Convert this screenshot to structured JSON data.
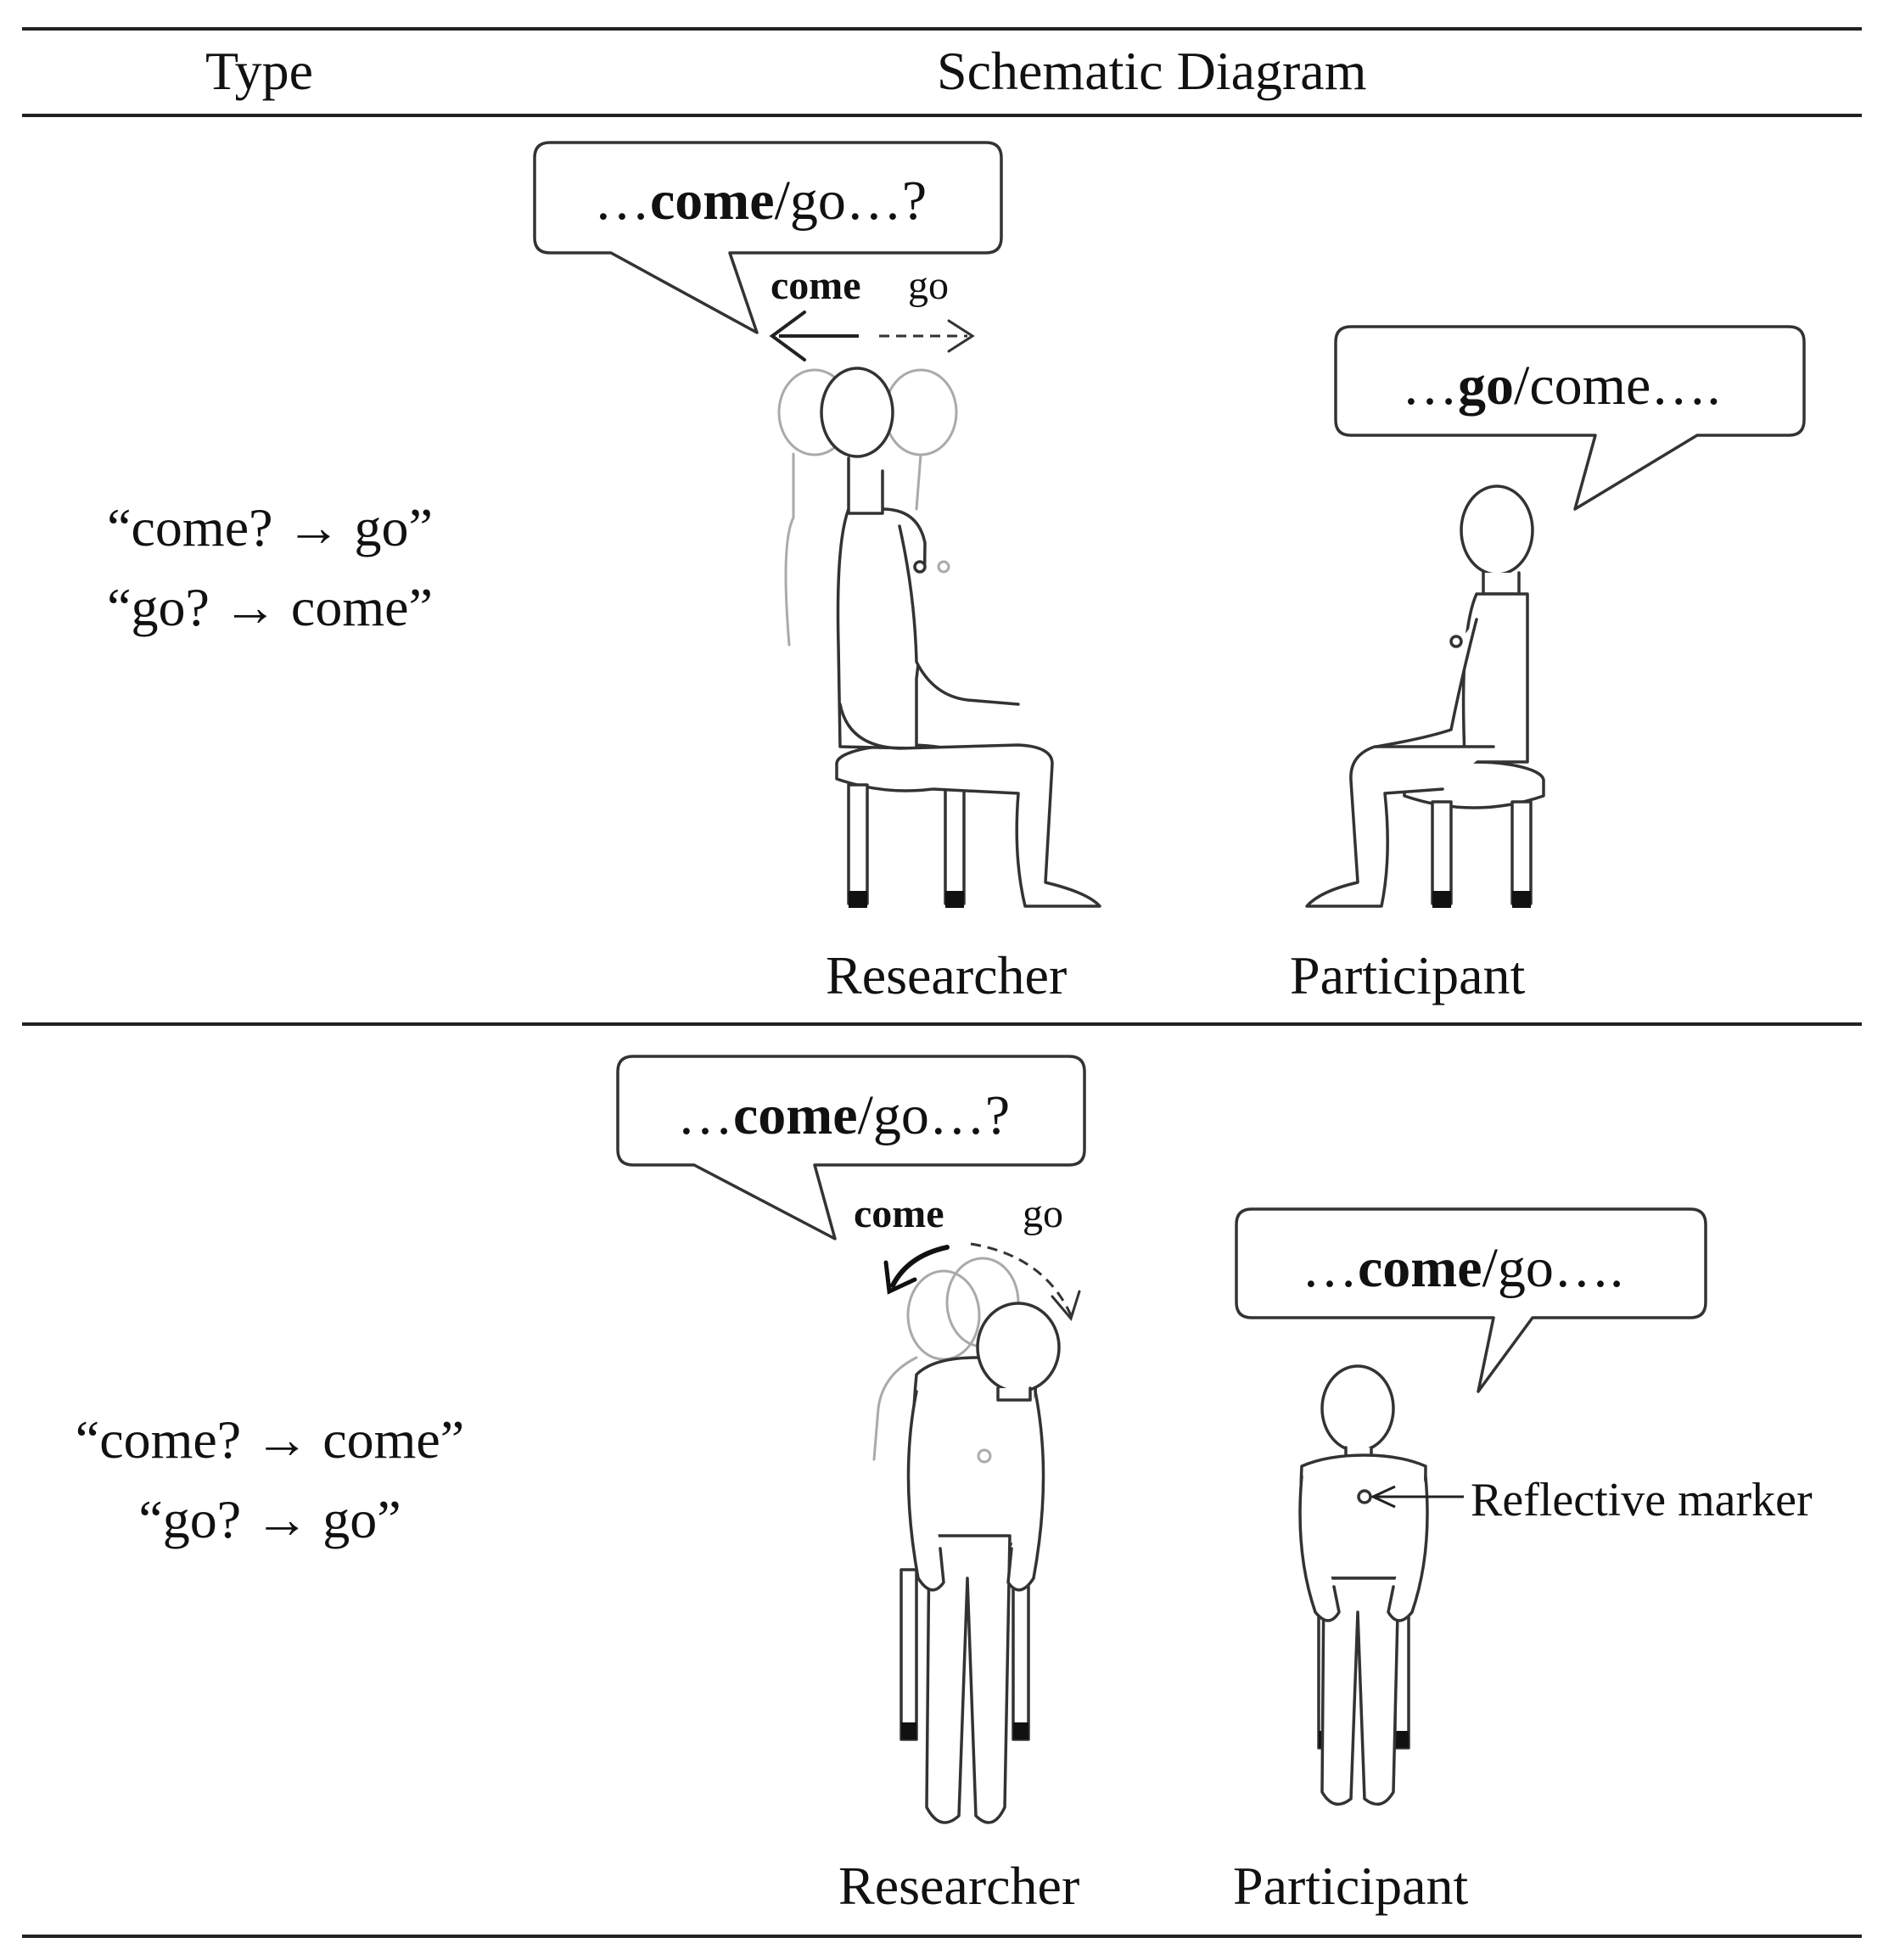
{
  "header": {
    "type": "Type",
    "diagram": "Schematic Diagram"
  },
  "rows": [
    {
      "type_lines": [
        "“come? → go”",
        "“go? → come”"
      ],
      "researcher_bubble": {
        "pre": "…",
        "bold": "come",
        "post": "/go…?"
      },
      "participant_bubble": {
        "pre": "…",
        "bold": "go",
        "post": "/come…."
      },
      "arrow_come": "come",
      "arrow_go": "go",
      "researcher_label": "Researcher",
      "participant_label": "Participant"
    },
    {
      "type_lines": [
        "“come? → come”",
        "“go? → go”"
      ],
      "researcher_bubble": {
        "pre": "…",
        "bold": "come",
        "post": "/go…?"
      },
      "participant_bubble": {
        "pre": "…",
        "bold": "come",
        "post": "/go…."
      },
      "arrow_come": "come",
      "arrow_go": "go",
      "researcher_label": "Researcher",
      "participant_label": "Participant",
      "marker_label": "Reflective marker"
    }
  ],
  "colors": {
    "line": "#333333",
    "ghost": "#aaaaaa",
    "rule": "#222222"
  }
}
